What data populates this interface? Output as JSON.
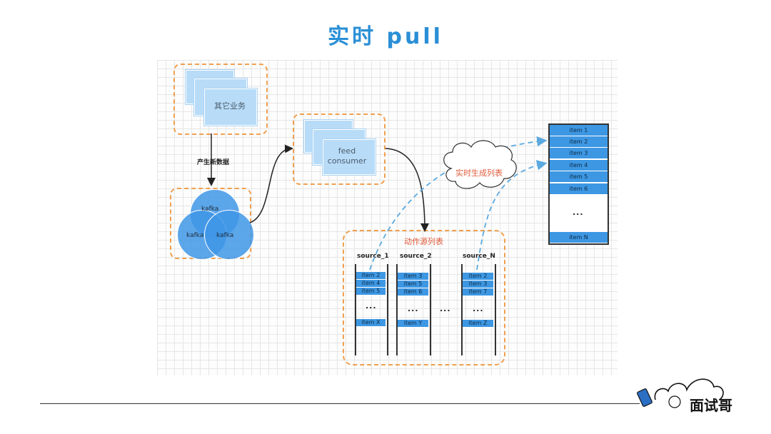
{
  "title": "实时 pull",
  "nodes": {
    "other_business": "其它业务",
    "produce_data": "产生新数据",
    "kafka": [
      "kafka",
      "kafka",
      "kafka"
    ],
    "feed_consumer_line1": "feed",
    "feed_consumer_line2": "consumer",
    "action_source_list": "动作源列表",
    "realtime_list_cloud": "实时生成列表"
  },
  "columns": [
    {
      "name": "source_1",
      "items": [
        "item 2",
        "item 4",
        "item 5"
      ],
      "last": "item X"
    },
    {
      "name": "source_2",
      "items": [
        "item 3",
        "item 5",
        "item 6"
      ],
      "last": "item Y"
    },
    {
      "name": "source_N",
      "items": [
        "item 2",
        "item 3",
        "item 7"
      ],
      "last": "item Z"
    }
  ],
  "ellipsis": "...",
  "right_list": {
    "items": [
      "item 1",
      "item 2",
      "item 3",
      "item 4",
      "item 5",
      "item 6"
    ],
    "ellipsis": "...",
    "last": "item N"
  },
  "brand": "面试哥",
  "colors": {
    "accent": "#2a8fd6",
    "cell": "#3d97e3",
    "dash": "#f0a050",
    "arrow_dashed": "#5aa9e0"
  }
}
